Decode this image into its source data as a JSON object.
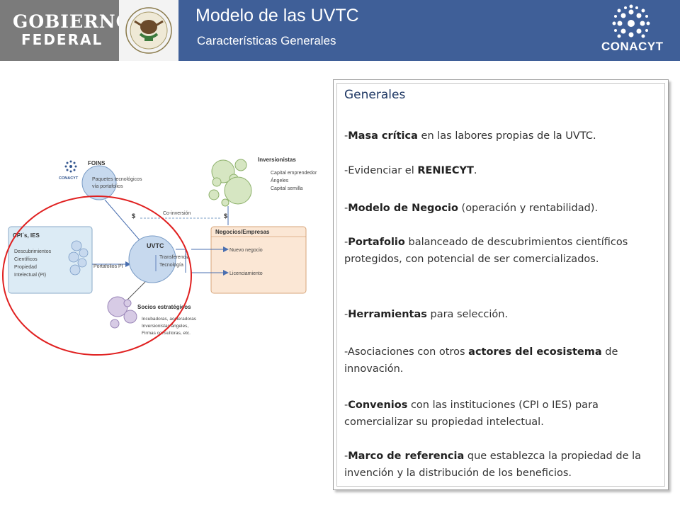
{
  "header": {
    "gobierno_line1": "GOBIERNO",
    "gobierno_line2": "FEDERAL",
    "title": "Modelo de las UVTC",
    "subtitle": "Características Generales",
    "logo_text": "CONACYT",
    "colors": {
      "header_bg": "#3f5f98",
      "gobierno_bg": "#7b7b7b"
    }
  },
  "diagram": {
    "foins": "FOINS",
    "foins_logo": "CONACYT",
    "paquetes_1": "Paquetes tecnológicos",
    "paquetes_2": "vía portafolios",
    "inversionistas": "Inversionistas",
    "inv_1": "Capital emprendedor",
    "inv_2": "Ángeles",
    "inv_3": "Capital semilla",
    "dollar_left": "$",
    "dollar_right": "$",
    "coinversion": "Co-inversión",
    "cpi_title": "CPI´s, IES",
    "cpi_1": "Descubrimientos",
    "cpi_2": "Científicos",
    "cpi_3": "Propiedad",
    "cpi_4": "Intelectual (PI)",
    "portafolios": "Portafolios PI",
    "uvtc": "UVTC",
    "transferencia": "Transferencia",
    "tecnologia": "Tecnología",
    "negocios_title": "Negocios/Empresas",
    "nuevo_negocio": "Nuevo negocio",
    "licenciamiento": "Licenciamiento",
    "socios": "Socios estratégicos",
    "socios_1": "Incubadoras, aceleradoras",
    "socios_2": "Inversionistas ángeles,",
    "socios_3": "Firmas consultoras, etc."
  },
  "panel": {
    "title": "Generales",
    "i1_pre": "-",
    "i1_b": "Masa crítica",
    "i1_post": " en las labores propias de la UVTC.",
    "i2_pre": "-Evidenciar el ",
    "i2_b": "RENIECYT",
    "i2_post": ".",
    "i3_pre": "-",
    "i3_b": "Modelo de Negocio",
    "i3_post": " (operación y rentabilidad).",
    "i4_pre": "-",
    "i4_b": "Portafolio",
    "i4_post": " balanceado de descubrimientos científicos protegidos, con potencial de ser comercializados.",
    "i5_pre": "-",
    "i5_b": "Herramientas",
    "i5_post": " para selección.",
    "i6_pre": "-Asociaciones con otros ",
    "i6_b": "actores del ecosistema",
    "i6_post": " de innovación.",
    "i7_pre": "-",
    "i7_b": "Convenios",
    "i7_post": " con las instituciones (CPI o IES) para comercializar su propiedad intelectual.",
    "i8_pre": "-",
    "i8_b": "Marco de referencia",
    "i8_post": " que establezca la propiedad de la invención y la distribución de los beneficios."
  }
}
